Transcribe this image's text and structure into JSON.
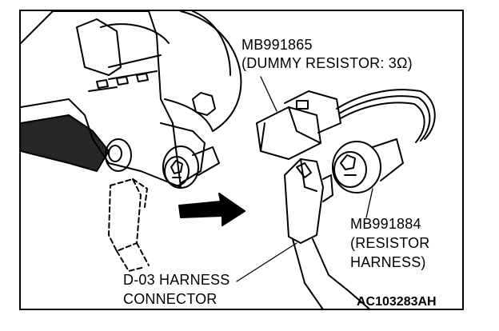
{
  "labels": {
    "dummy_resistor": {
      "part_number": "MB991865",
      "description": "(DUMMY RESISTOR: 3Ω)"
    },
    "resistor_harness": {
      "part_number": "MB991884",
      "line2": "(RESISTOR",
      "line3": "HARNESS)"
    },
    "harness_connector": {
      "line1": "D-03  HARNESS",
      "line2": "CONNECTOR"
    },
    "figure_code": "AC103283AH"
  }
}
